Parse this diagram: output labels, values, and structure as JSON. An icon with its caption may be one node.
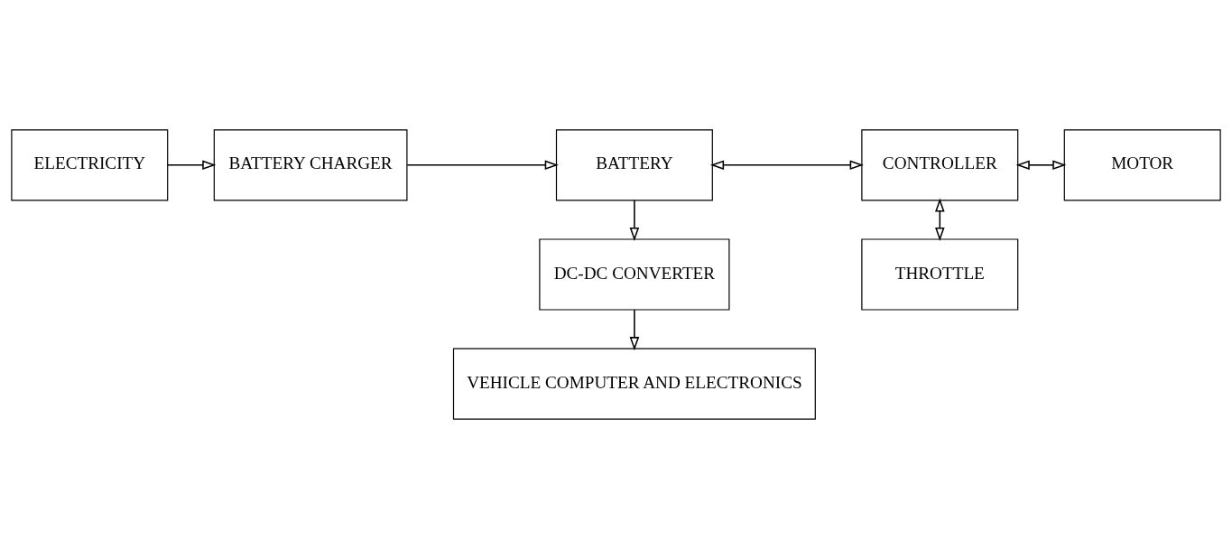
{
  "diagram": {
    "nodes": [
      {
        "text": [
          "THROTTLE"
        ]
      },
      {
        "text": [
          "ELECTRICITY"
        ]
      },
      {
        "text": [
          "BATTERY CHARGER"
        ]
      },
      {
        "text": [
          "BATTERY"
        ]
      },
      {
        "text": [
          "CONTROLLER"
        ]
      },
      {
        "text": [
          "MOTOR"
        ]
      },
      {
        "text": [
          "DC-DC CONVERTER"
        ]
      },
      {
        "text": [
          "VEHICLE COMPUTER AND ELECTRONICS"
        ]
      }
    ],
    "edges": [
      {
        "from": 1,
        "to": 2,
        "arrow": "to"
      },
      {
        "from": 2,
        "to": 3,
        "arrow": "to"
      },
      {
        "from": 3,
        "to": 4,
        "arrow": "both"
      },
      {
        "from": 4,
        "to": 0,
        "arrow": "both"
      },
      {
        "from": 4,
        "to": 5,
        "arrow": "both"
      },
      {
        "from": 3,
        "to": 6,
        "arrow": "to"
      },
      {
        "from": 6,
        "to": 7,
        "arrow": "to"
      }
    ]
  }
}
